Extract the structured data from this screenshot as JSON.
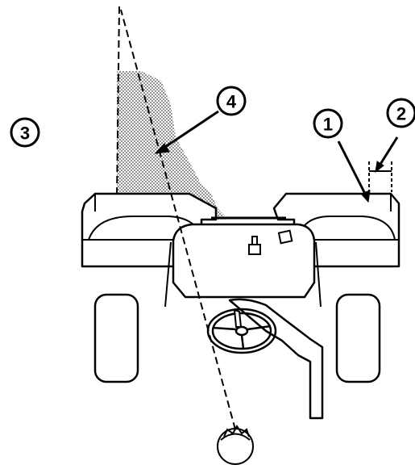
{
  "diagram": {
    "callouts": [
      {
        "id": "1",
        "label": "1"
      },
      {
        "id": "2",
        "label": "2"
      },
      {
        "id": "3",
        "label": "3"
      },
      {
        "id": "4",
        "label": "4"
      }
    ],
    "colors": {
      "line": "#000000",
      "background": "#ffffff",
      "shading": "#666666"
    }
  }
}
